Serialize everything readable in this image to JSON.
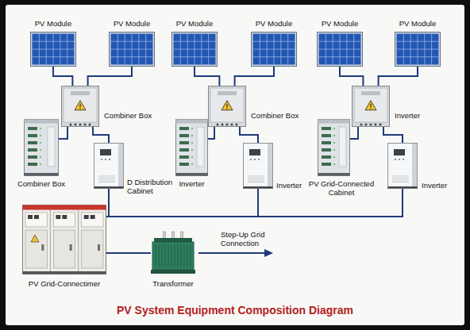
{
  "diagram": {
    "title": "PV System Equipment Composition Diagram",
    "nodes": [
      {
        "text": [
          "PV Module"
        ]
      },
      {
        "text": [
          "PV Module"
        ]
      },
      {
        "text": [
          "PV Module"
        ]
      },
      {
        "text": [
          "PV Module"
        ]
      },
      {
        "text": [
          "PV Module"
        ]
      },
      {
        "text": [
          "PV Module"
        ]
      },
      {
        "text": [
          "Combiner Box"
        ]
      },
      {
        "text": [
          "Combiner Box"
        ]
      },
      {
        "text": [
          "Inverter"
        ]
      },
      {
        "text": [
          "Combiner Box"
        ]
      },
      {
        "text": [
          "D Distribution Cabinet"
        ]
      },
      {
        "text": [
          "Inverter"
        ]
      },
      {
        "text": [
          "Inverter"
        ]
      },
      {
        "text": [
          "PV Grid-Connected Cabinet"
        ]
      },
      {
        "text": [
          "Inverter"
        ]
      },
      {
        "text": [
          "PV Grid-Connectimer"
        ]
      },
      {
        "text": [
          "Transformer"
        ]
      }
    ],
    "edges": [
      {
        "from": 0,
        "to": 6,
        "arrow": "none"
      },
      {
        "from": 1,
        "to": 6,
        "arrow": "none"
      },
      {
        "from": 2,
        "to": 7,
        "arrow": "none"
      },
      {
        "from": 3,
        "to": 7,
        "arrow": "none"
      },
      {
        "from": 4,
        "to": 8,
        "arrow": "none"
      },
      {
        "from": 5,
        "to": 8,
        "arrow": "none"
      },
      {
        "from": 6,
        "to": 9,
        "arrow": "none"
      },
      {
        "from": 6,
        "to": 10,
        "arrow": "none"
      },
      {
        "from": 7,
        "to": 11,
        "arrow": "none"
      },
      {
        "from": 7,
        "to": 12,
        "arrow": "none"
      },
      {
        "from": 8,
        "to": 13,
        "arrow": "none"
      },
      {
        "from": 8,
        "to": 14,
        "arrow": "none"
      },
      {
        "from": 10,
        "to": 15,
        "arrow": "none"
      },
      {
        "from": 12,
        "to": 15,
        "arrow": "none"
      },
      {
        "from": 14,
        "to": 15,
        "arrow": "none"
      },
      {
        "from": 15,
        "to": 16,
        "arrow": "none"
      }
    ],
    "labels": [
      "Step-Up Grid Connection"
    ]
  }
}
